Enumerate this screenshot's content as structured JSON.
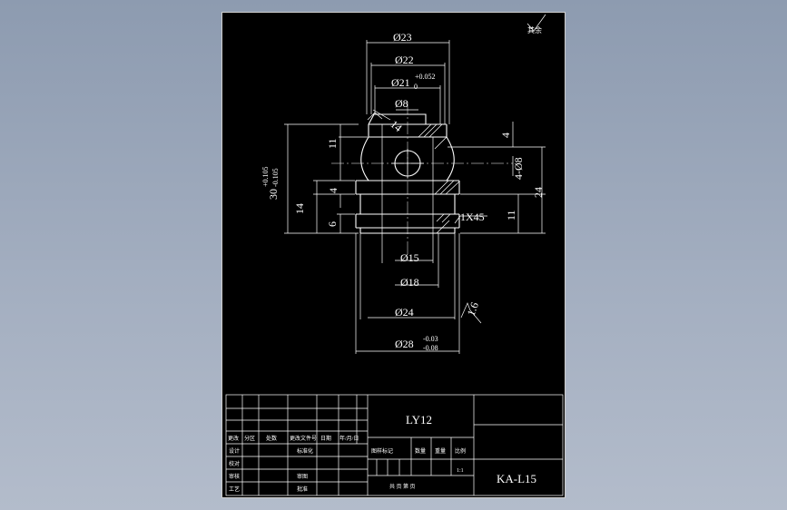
{
  "drawing": {
    "roughness_note": "其余",
    "dimensions": {
      "d23": "Ø23",
      "d22": "Ø22",
      "d21_main": "Ø21",
      "d21_sub": "0",
      "d21_tol": "+0.052",
      "d8": "Ø8",
      "r14": "14",
      "d15": "Ø15",
      "d18": "Ø18",
      "d24": "Ø24",
      "d28_main": "Ø28",
      "d28_up": "-0.03",
      "d28_low": "-0.08",
      "h11_left": "11",
      "h4_left": "4",
      "h14_left": "14",
      "h6_left": "6",
      "h30_main": "30",
      "h30_up": "+0.105",
      "h30_low": "-0.105",
      "h4_right": "4",
      "holes_4d8": "4-Ø8",
      "h24_right": "24",
      "h11_right": "11",
      "chamfer": "1X45",
      "rough_16": "1.6"
    }
  },
  "title_block": {
    "material": "LY12",
    "drawing_no": "KA-L15",
    "scale": "1:1",
    "rev_headers": [
      "更改",
      "分区",
      "处数",
      "更改文件号",
      "日期",
      "年/月/日"
    ],
    "sign_rows": [
      "设计",
      "校对",
      "审核",
      "工艺"
    ],
    "sign_mid": [
      "标准化",
      "",
      "审图",
      "批准"
    ],
    "right_headers": [
      "图样标记",
      "数量",
      "重量",
      "比例"
    ],
    "sheet_info": "共  页  第  页"
  }
}
